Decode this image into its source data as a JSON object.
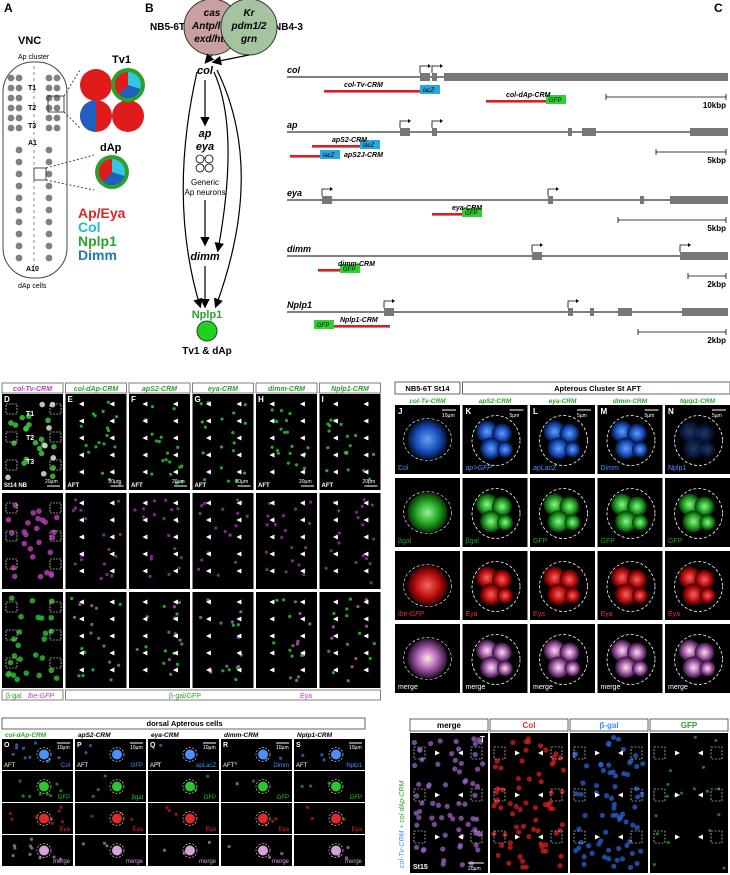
{
  "panels": {
    "A": "A",
    "B": "B",
    "C": "C",
    "D": "D",
    "E": "E",
    "F": "F",
    "G": "G",
    "H": "H",
    "I": "I",
    "J": "J",
    "K": "K",
    "L": "L",
    "M": "M",
    "N": "N",
    "O": "O",
    "P": "P",
    "Q": "Q",
    "R": "R",
    "S": "S",
    "T": "T"
  },
  "panel_a": {
    "vnc": "VNC",
    "ap_cluster": "Ap cluster",
    "segments": [
      "T1",
      "T2",
      "T3",
      "A1",
      "A10"
    ],
    "dap_cells": "dAp cells",
    "tv1": "Tv1",
    "dap": "dAp",
    "legend": [
      {
        "label": "Ap/Eya",
        "color": "#d62728"
      },
      {
        "label": "Col",
        "color": "#17becf"
      },
      {
        "label": "Nplp1",
        "color": "#2ca02c"
      },
      {
        "label": "Dimm",
        "color": "#1f77b4"
      }
    ]
  },
  "panel_b": {
    "nb5": "NB5-6T",
    "nb4": "NB4-3",
    "circle1": [
      "cas",
      "Antp/lbe",
      "exd/hth"
    ],
    "circle2": [
      "Kr",
      "pdm1/2",
      "grn"
    ],
    "col": "col",
    "ap": "ap",
    "eya": "eya",
    "generic_1": "Generic",
    "generic_2": "Ap neurons",
    "dimm": "dimm",
    "nplp1": "Nplp1",
    "bottom": "Tv1 & dAp"
  },
  "panel_c": {
    "genes": [
      {
        "name": "col",
        "crms": [
          "col-Tv-CRM",
          "col-dAp-CRM"
        ],
        "reporters": [
          "lacZ",
          "GFP"
        ],
        "scale": "10kbp"
      },
      {
        "name": "ap",
        "crms": [
          "apS2-CRM",
          "apS2J-CRM"
        ],
        "reporters": [
          "lacZ",
          "lacZ"
        ],
        "scale": "5kbp"
      },
      {
        "name": "eya",
        "crms": [
          "eya-CRM"
        ],
        "reporters": [
          "GFP"
        ],
        "scale": "5kbp"
      },
      {
        "name": "dimm",
        "crms": [
          "dimm-CRM"
        ],
        "reporters": [
          "GFP"
        ],
        "scale": "2kbp"
      },
      {
        "name": "Nplp1",
        "crms": [
          "Nplp1-CRM"
        ],
        "reporters": [
          "GFP"
        ],
        "scale": "2kbp"
      }
    ]
  },
  "panel_d_i": {
    "headers": [
      "col-Tv-CRM",
      "col-dAp-CRM",
      "apS2-CRM",
      "eya-CRM",
      "dimm-CRM",
      "Nplp1-CRM"
    ],
    "scale": "20µm",
    "stage_d": "St14 NB",
    "stage": "AFT",
    "seg_labels": [
      "T1",
      "T2",
      "T3"
    ],
    "bottom_d_1": "β-gal",
    "bottom_d_2": "lbe-GFP",
    "bottom_rest_1": "β-gal/GFP",
    "bottom_rest_2": "Eya"
  },
  "panel_j_n": {
    "header_left": "NB5-6T St14",
    "header_right": "Apterous Cluster St AFT",
    "sub": [
      "col-Tv-CRM",
      "apS2-CRM",
      "eya-CRM",
      "dimm-CRM",
      "Nplp1-CRM"
    ],
    "row1": [
      "Col",
      "ap>GFP",
      "apLacZ",
      "Dimm",
      "Nplp1"
    ],
    "row2": [
      "βgal",
      "βgal",
      "GFP",
      "GFP",
      "GFP"
    ],
    "row3": [
      "lbe-GFP",
      "Eya",
      "Eya",
      "Eya",
      "Eya"
    ],
    "row4": [
      "merge",
      "merge",
      "merge",
      "merge",
      "merge"
    ],
    "scales": [
      "10µm",
      "5µm",
      "5µm",
      "5µm",
      "5µm"
    ]
  },
  "panel_o_s": {
    "title": "dorsal Apterous cells",
    "sub": [
      "col-dAp-CRM",
      "apS2-CRM",
      "eya-CRM",
      "dimm-CRM",
      "Nplp1-CRM"
    ],
    "row1": [
      "Col",
      "GFP",
      "apLacZ",
      "Dimm",
      "Nplp1"
    ],
    "row2": [
      "GFP",
      "βgal",
      "GFP",
      "GFP",
      "GFP"
    ],
    "row3": [
      "Eya",
      "Eya",
      "Eya",
      "Eya",
      "Eya"
    ],
    "row4": [
      "merge",
      "merge",
      "merge",
      "merge",
      "merge"
    ],
    "aft": "AFT",
    "scale": "10µm"
  },
  "panel_t": {
    "headers": [
      "merge",
      "Col",
      "β-gal",
      "GFP"
    ],
    "side_1": "col-Tv-CRM",
    "side_2": "col-dAp-CRM",
    "stage": "St15",
    "scale": "20µm"
  }
}
